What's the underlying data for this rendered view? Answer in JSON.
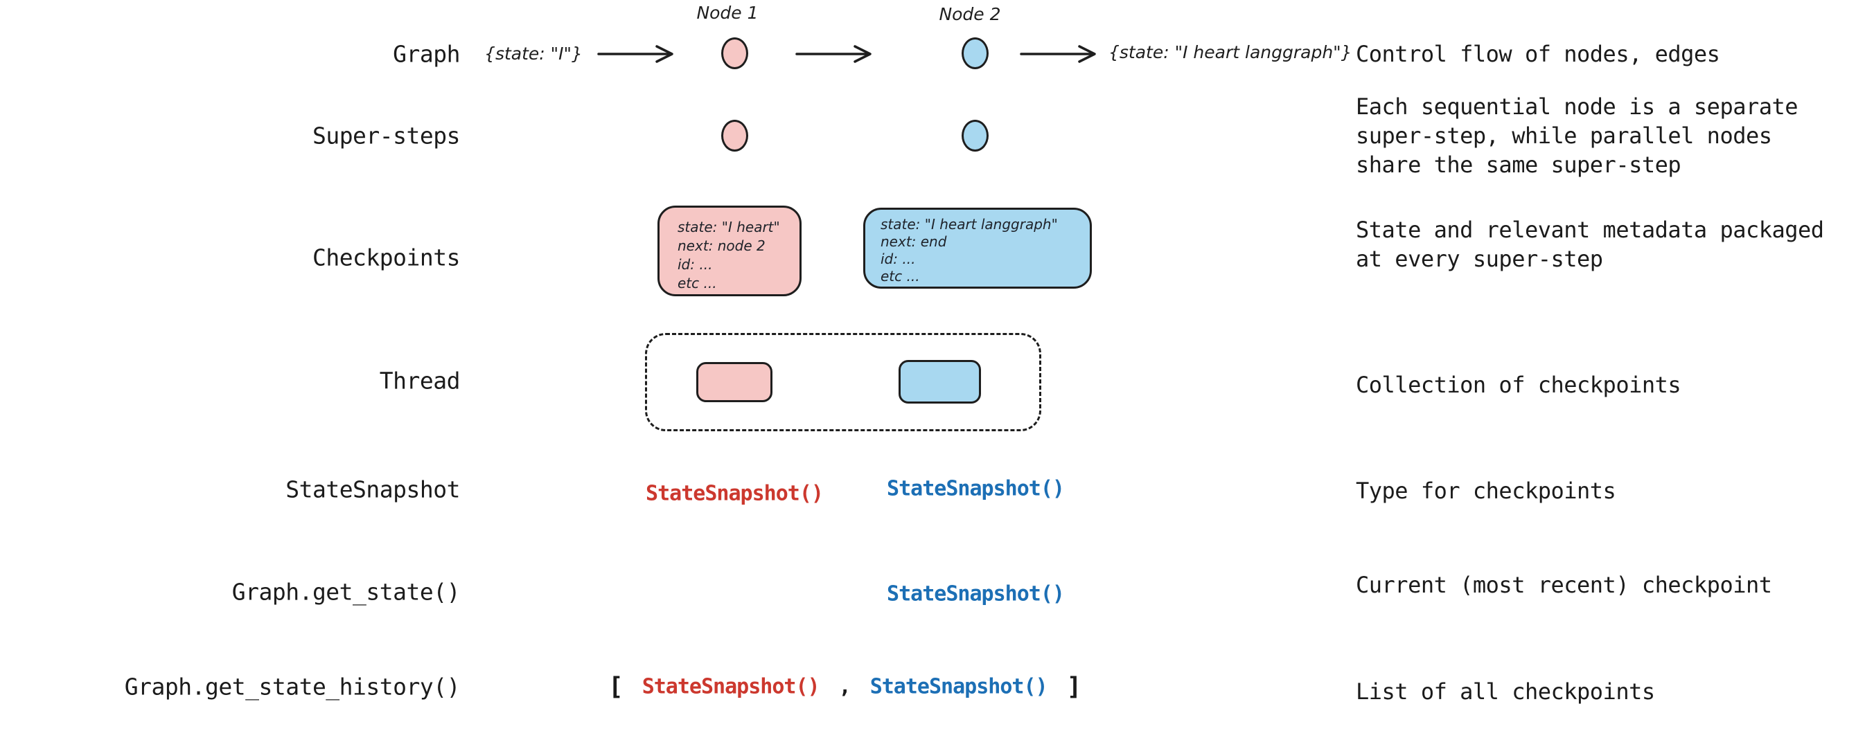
{
  "colors": {
    "pink_fill": "#f6c7c5",
    "blue_fill": "#a8d8f0",
    "stroke": "#1e1e1e",
    "red_code": "#cc382e",
    "blue_code": "#1c6fb5",
    "text": "#1b1b1b"
  },
  "rows": [
    {
      "label": "Graph",
      "description": "Control flow of nodes, edges"
    },
    {
      "label": "Super-steps",
      "description": "Each sequential node is a separate\nsuper-step, while parallel nodes\nshare the same super-step"
    },
    {
      "label": "Checkpoints",
      "description": "State and relevant metadata packaged\nat every super-step"
    },
    {
      "label": "Thread",
      "description": "Collection of checkpoints"
    },
    {
      "label": "StateSnapshot",
      "description": "Type for checkpoints"
    },
    {
      "label": "Graph.get_state()",
      "description": "Current (most recent) checkpoint"
    },
    {
      "label": "Graph.get_state_history()",
      "description": "List of all checkpoints"
    }
  ],
  "graph_row": {
    "input_state": "{state: \"I\"}",
    "node1_title": "Node 1",
    "node2_title": "Node 2",
    "output_state": "{state: \"I heart langgraph\"}"
  },
  "checkpoints": {
    "pink": {
      "lines": [
        "state: \"I heart\"",
        "next: node 2",
        "id: ...",
        "etc ..."
      ]
    },
    "blue": {
      "lines": [
        "state: \"I heart langgraph\"",
        "next: end",
        "id: ...",
        "etc ..."
      ]
    }
  },
  "state_snapshot_row": {
    "red": "StateSnapshot()",
    "blue": "StateSnapshot()"
  },
  "get_state_row": {
    "value": "StateSnapshot()"
  },
  "get_state_history_row": {
    "open_bracket": "[",
    "first": "StateSnapshot()",
    "comma": ",",
    "second": "StateSnapshot()",
    "close_bracket": "]"
  }
}
